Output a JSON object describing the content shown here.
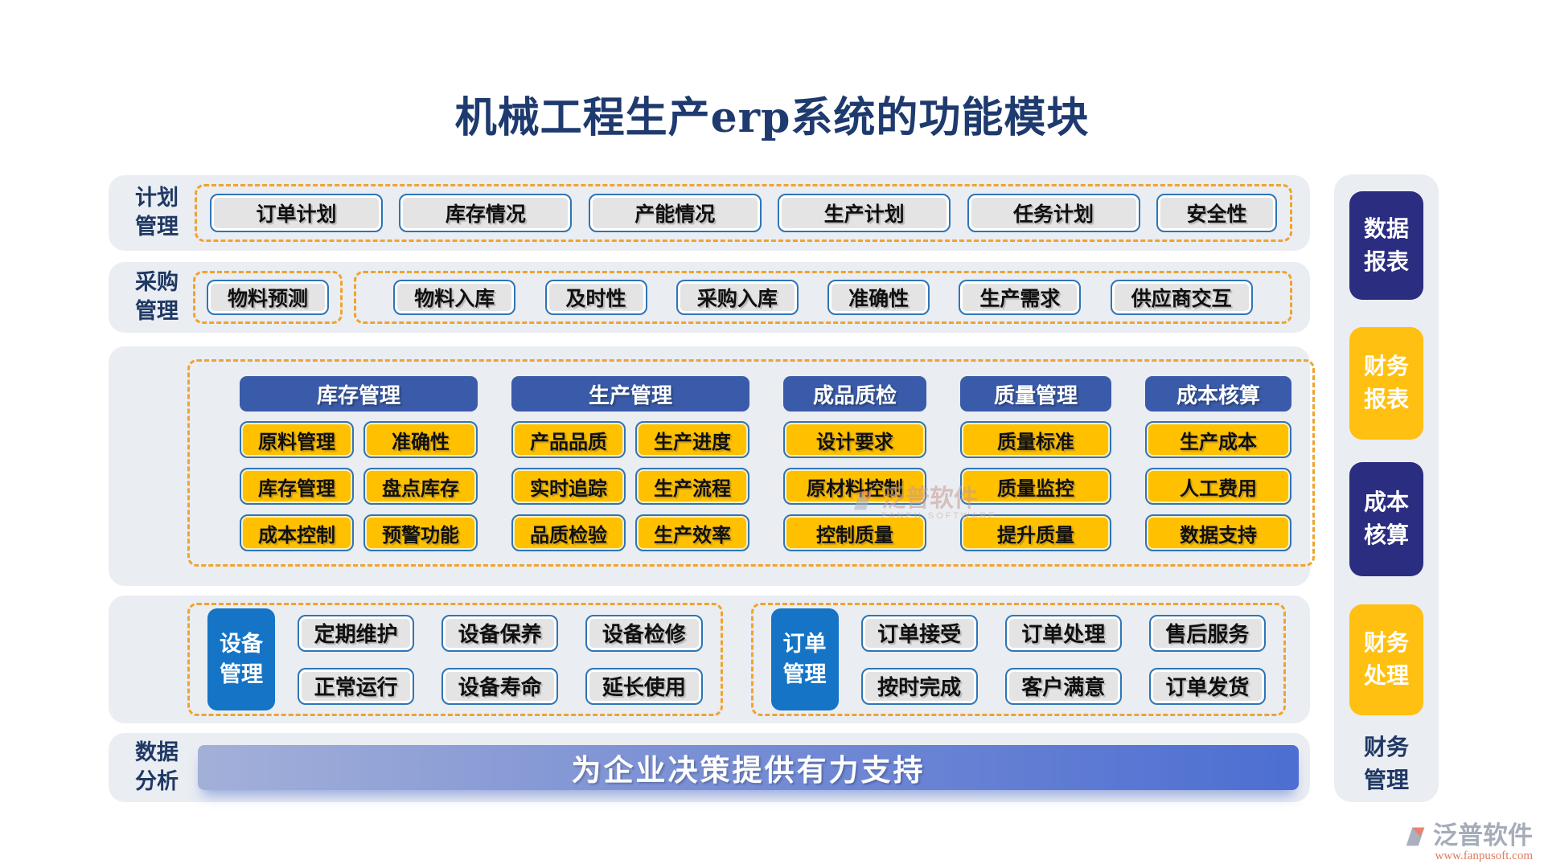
{
  "title": "机械工程生产erp系统的功能模块",
  "plan": {
    "label": "计划管理",
    "buttons": [
      "订单计划",
      "库存情况",
      "产能情况",
      "生产计划",
      "任务计划",
      "安全性"
    ]
  },
  "procurement": {
    "label": "采购管理",
    "primary_button": "物料预测",
    "buttons": [
      "物料入库",
      "及时性",
      "采购入库",
      "准确性",
      "生产需求",
      "供应商交互"
    ]
  },
  "matrix": {
    "columns": [
      {
        "header": "库存管理",
        "buttons": [
          "原料管理",
          "准确性",
          "库存管理",
          "盘点库存",
          "成本控制",
          "预警功能"
        ]
      },
      {
        "header": "生产管理",
        "buttons": [
          "产品品质",
          "生产进度",
          "实时追踪",
          "生产流程",
          "品质检验",
          "生产效率"
        ]
      },
      {
        "header": "成品质检",
        "buttons": [
          "设计要求",
          "原材料控制",
          "控制质量"
        ]
      },
      {
        "header": "质量管理",
        "buttons": [
          "质量标准",
          "质量监控",
          "提升质量"
        ]
      },
      {
        "header": "成本核算",
        "buttons": [
          "生产成本",
          "人工费用",
          "数据支持"
        ]
      }
    ]
  },
  "equipment": {
    "label": "设备管理",
    "buttons": [
      "定期维护",
      "设备保养",
      "设备检修",
      "正常运行",
      "设备寿命",
      "延长使用"
    ]
  },
  "order": {
    "label": "订单管理",
    "buttons": [
      "订单接受",
      "订单处理",
      "售后服务",
      "按时完成",
      "客户满意",
      "订单发货"
    ]
  },
  "data_analysis": {
    "label": "数据分析",
    "banner": "为企业决策提供有力支持"
  },
  "sidebar": {
    "items": [
      {
        "label": "数据报表",
        "style": "navy"
      },
      {
        "label": "财务报表",
        "style": "gold"
      },
      {
        "label": "成本核算",
        "style": "navy"
      },
      {
        "label": "财务处理",
        "style": "gold"
      }
    ],
    "footer_label": "财务管理"
  },
  "watermark": {
    "brand": "泛普软件",
    "sub": "FANPU SOFTWARE"
  },
  "logo": {
    "brand": "泛普软件",
    "url": "www.fanpusoft.com"
  },
  "colors": {
    "title_text": "#1e3a6e",
    "row_background": "#eaedf2",
    "dashed_orange": "#f0a32e",
    "chip_gray": "#e4e4e4",
    "chip_yellow": "#ffc000",
    "chip_border_blue": "#2e75b6",
    "header_blue": "#3a5ba9",
    "bright_blue": "#1574c5",
    "sidebar_navy": "#2a2d80",
    "sidebar_gold": "#ffc011",
    "banner_gradient_start": "#a3b0d8",
    "banner_gradient_end": "#4d6ed2",
    "logo_url_salmon": "#e07a5f"
  }
}
